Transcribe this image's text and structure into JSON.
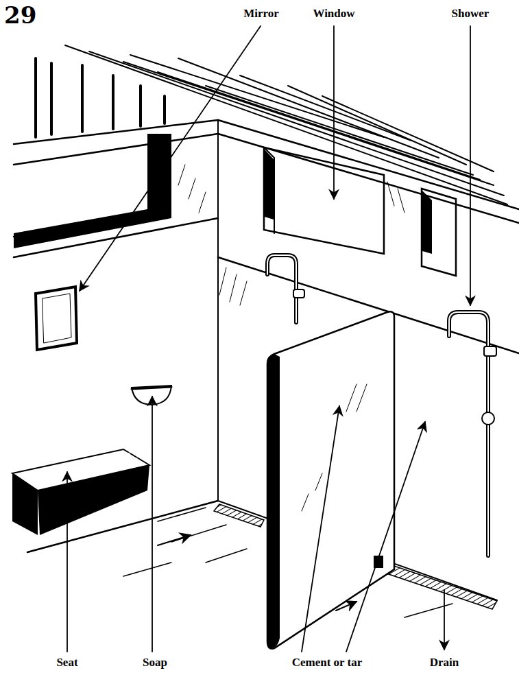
{
  "diagram": {
    "labels": [
      "29",
      "Mirror",
      "Window",
      "Shower",
      "Seat",
      "Soap",
      "Cement or tar",
      "Drain"
    ]
  }
}
